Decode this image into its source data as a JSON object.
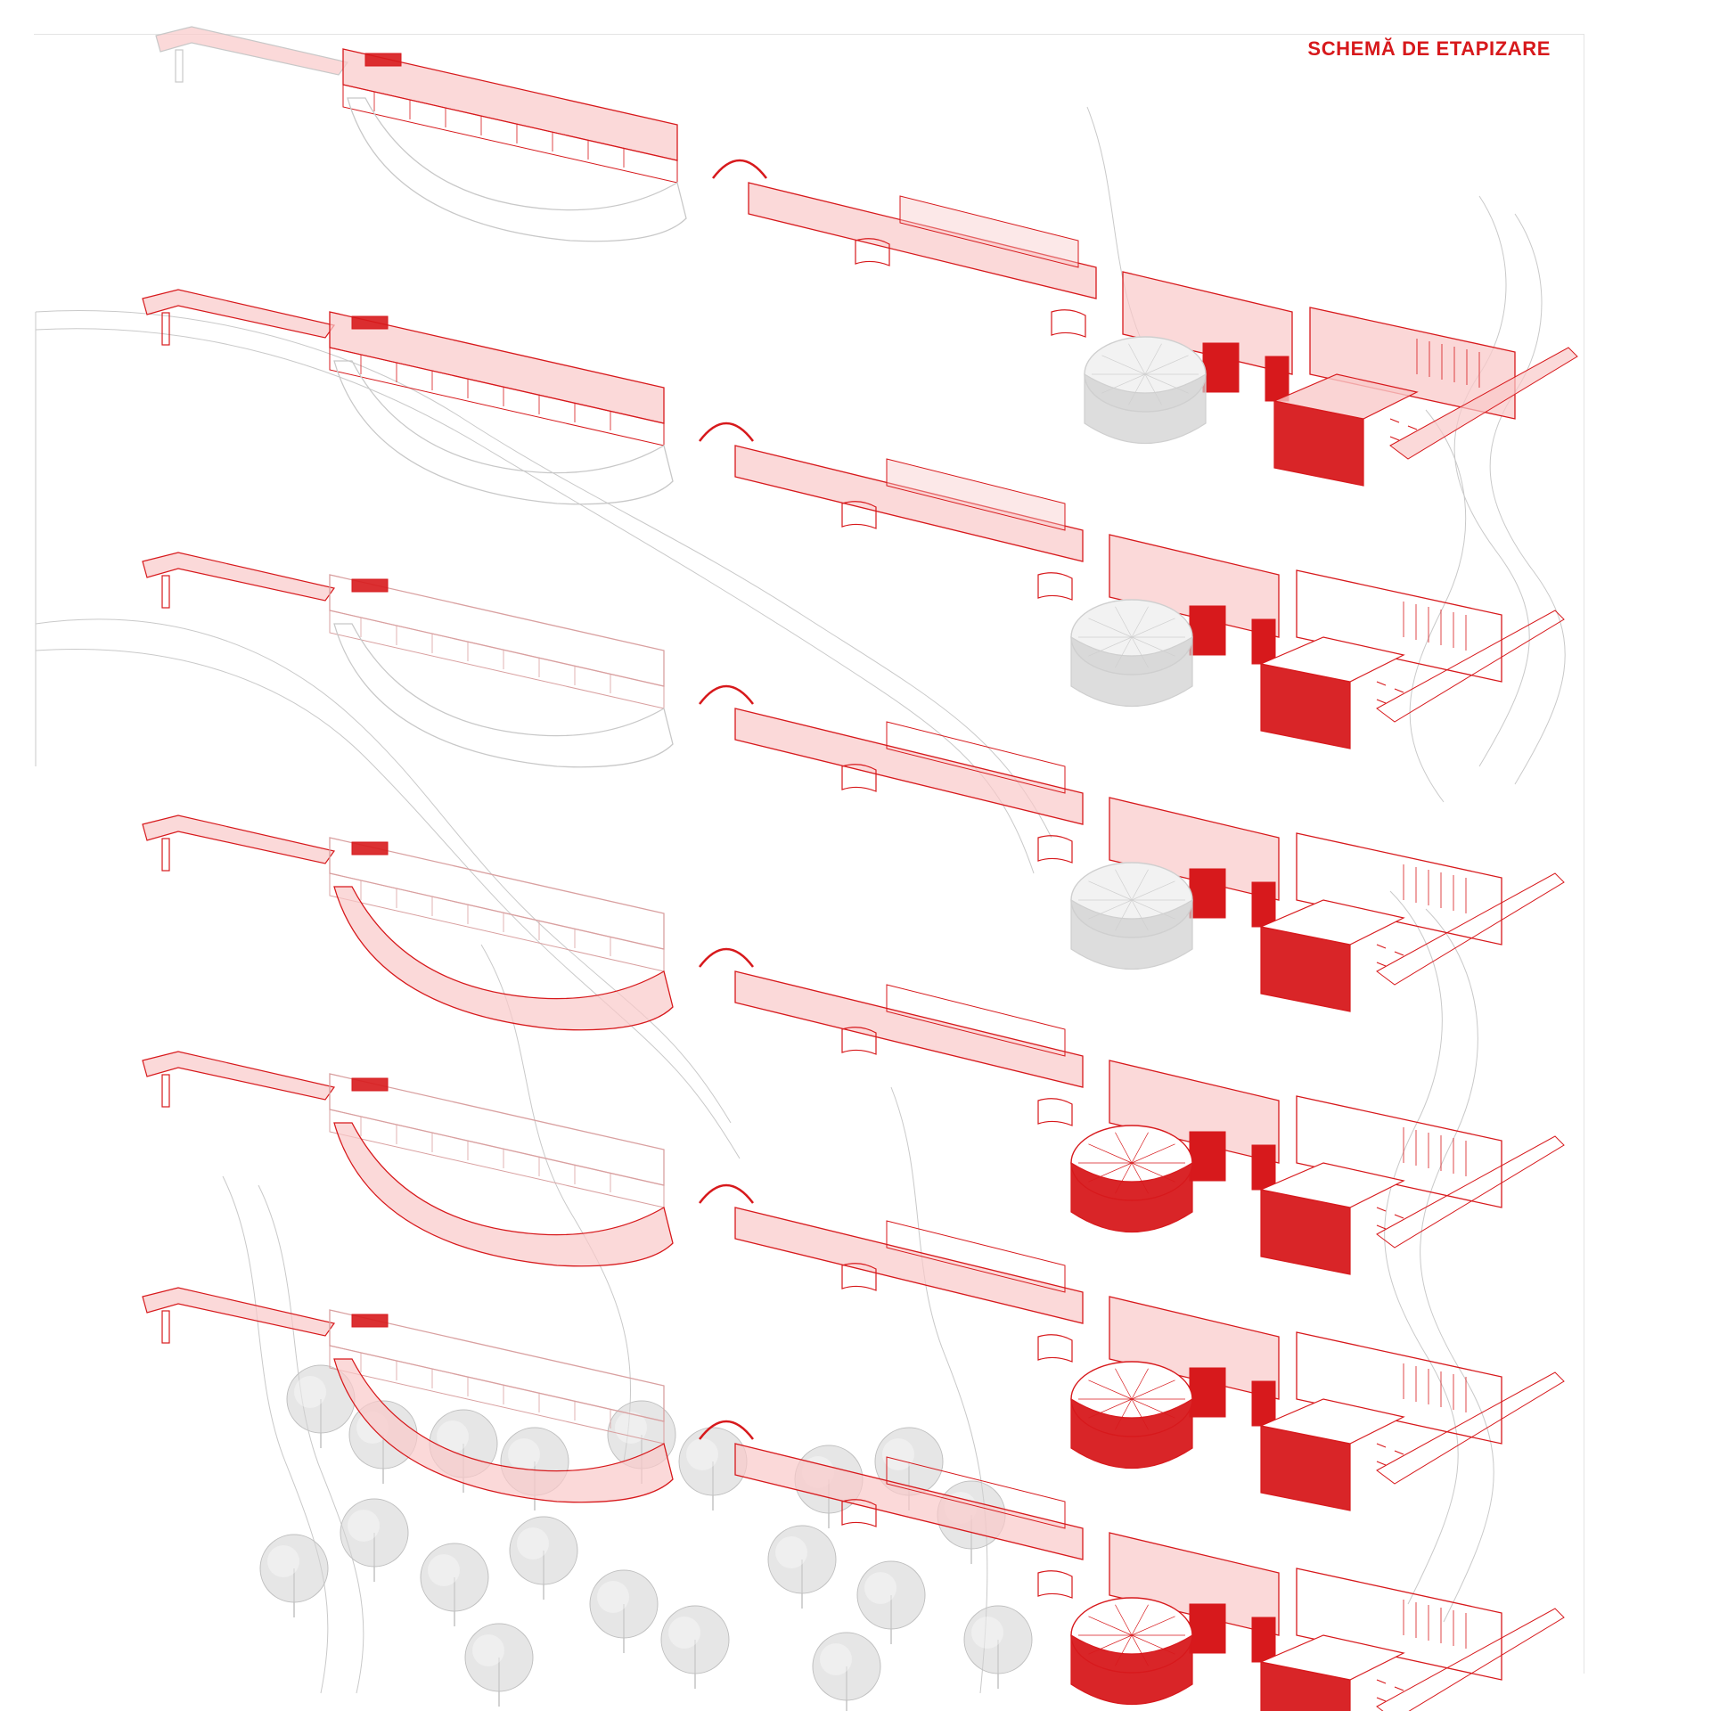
{
  "diagram": {
    "title": "SCHEMĂ DE ETAPIZARE",
    "colors": {
      "accent": "#d7191c",
      "accent_fill": "#f9c9c9",
      "context_line": "#c9c9c9",
      "inactive_volume": "#cfcfcf",
      "tree": "#d2d2d2"
    },
    "phases": [
      {
        "id": "phase-1",
        "highlight": [
          "walkway",
          "west-wing",
          "long-corridor",
          "east-block",
          "entrance-pavilion"
        ],
        "rotunda": "inactive"
      },
      {
        "id": "phase-2",
        "highlight": [
          "bridge",
          "west-wing",
          "middle-corridor",
          "central-block",
          "entrance-pavilion"
        ],
        "rotunda": "inactive"
      },
      {
        "id": "phase-3",
        "highlight": [
          "bridge",
          "gallery-segment",
          "central-connector",
          "entrance-pavilion"
        ],
        "rotunda": "inactive"
      },
      {
        "id": "phase-4",
        "highlight": [
          "bridge",
          "crescent-hall",
          "gallery-segment",
          "central-connector",
          "rotunda",
          "entrance-pavilion"
        ],
        "rotunda": "active"
      },
      {
        "id": "phase-5",
        "highlight": [
          "bridge",
          "crescent-hall",
          "gallery-segment",
          "central-connector",
          "rotunda",
          "entrance-pavilion",
          "landscape"
        ],
        "rotunda": "active"
      },
      {
        "id": "phase-6",
        "highlight": [
          "bridge",
          "crescent-hall",
          "gallery-segment",
          "central-connector",
          "rotunda",
          "entrance-pavilion",
          "landscape",
          "trees"
        ],
        "rotunda": "active"
      }
    ]
  }
}
